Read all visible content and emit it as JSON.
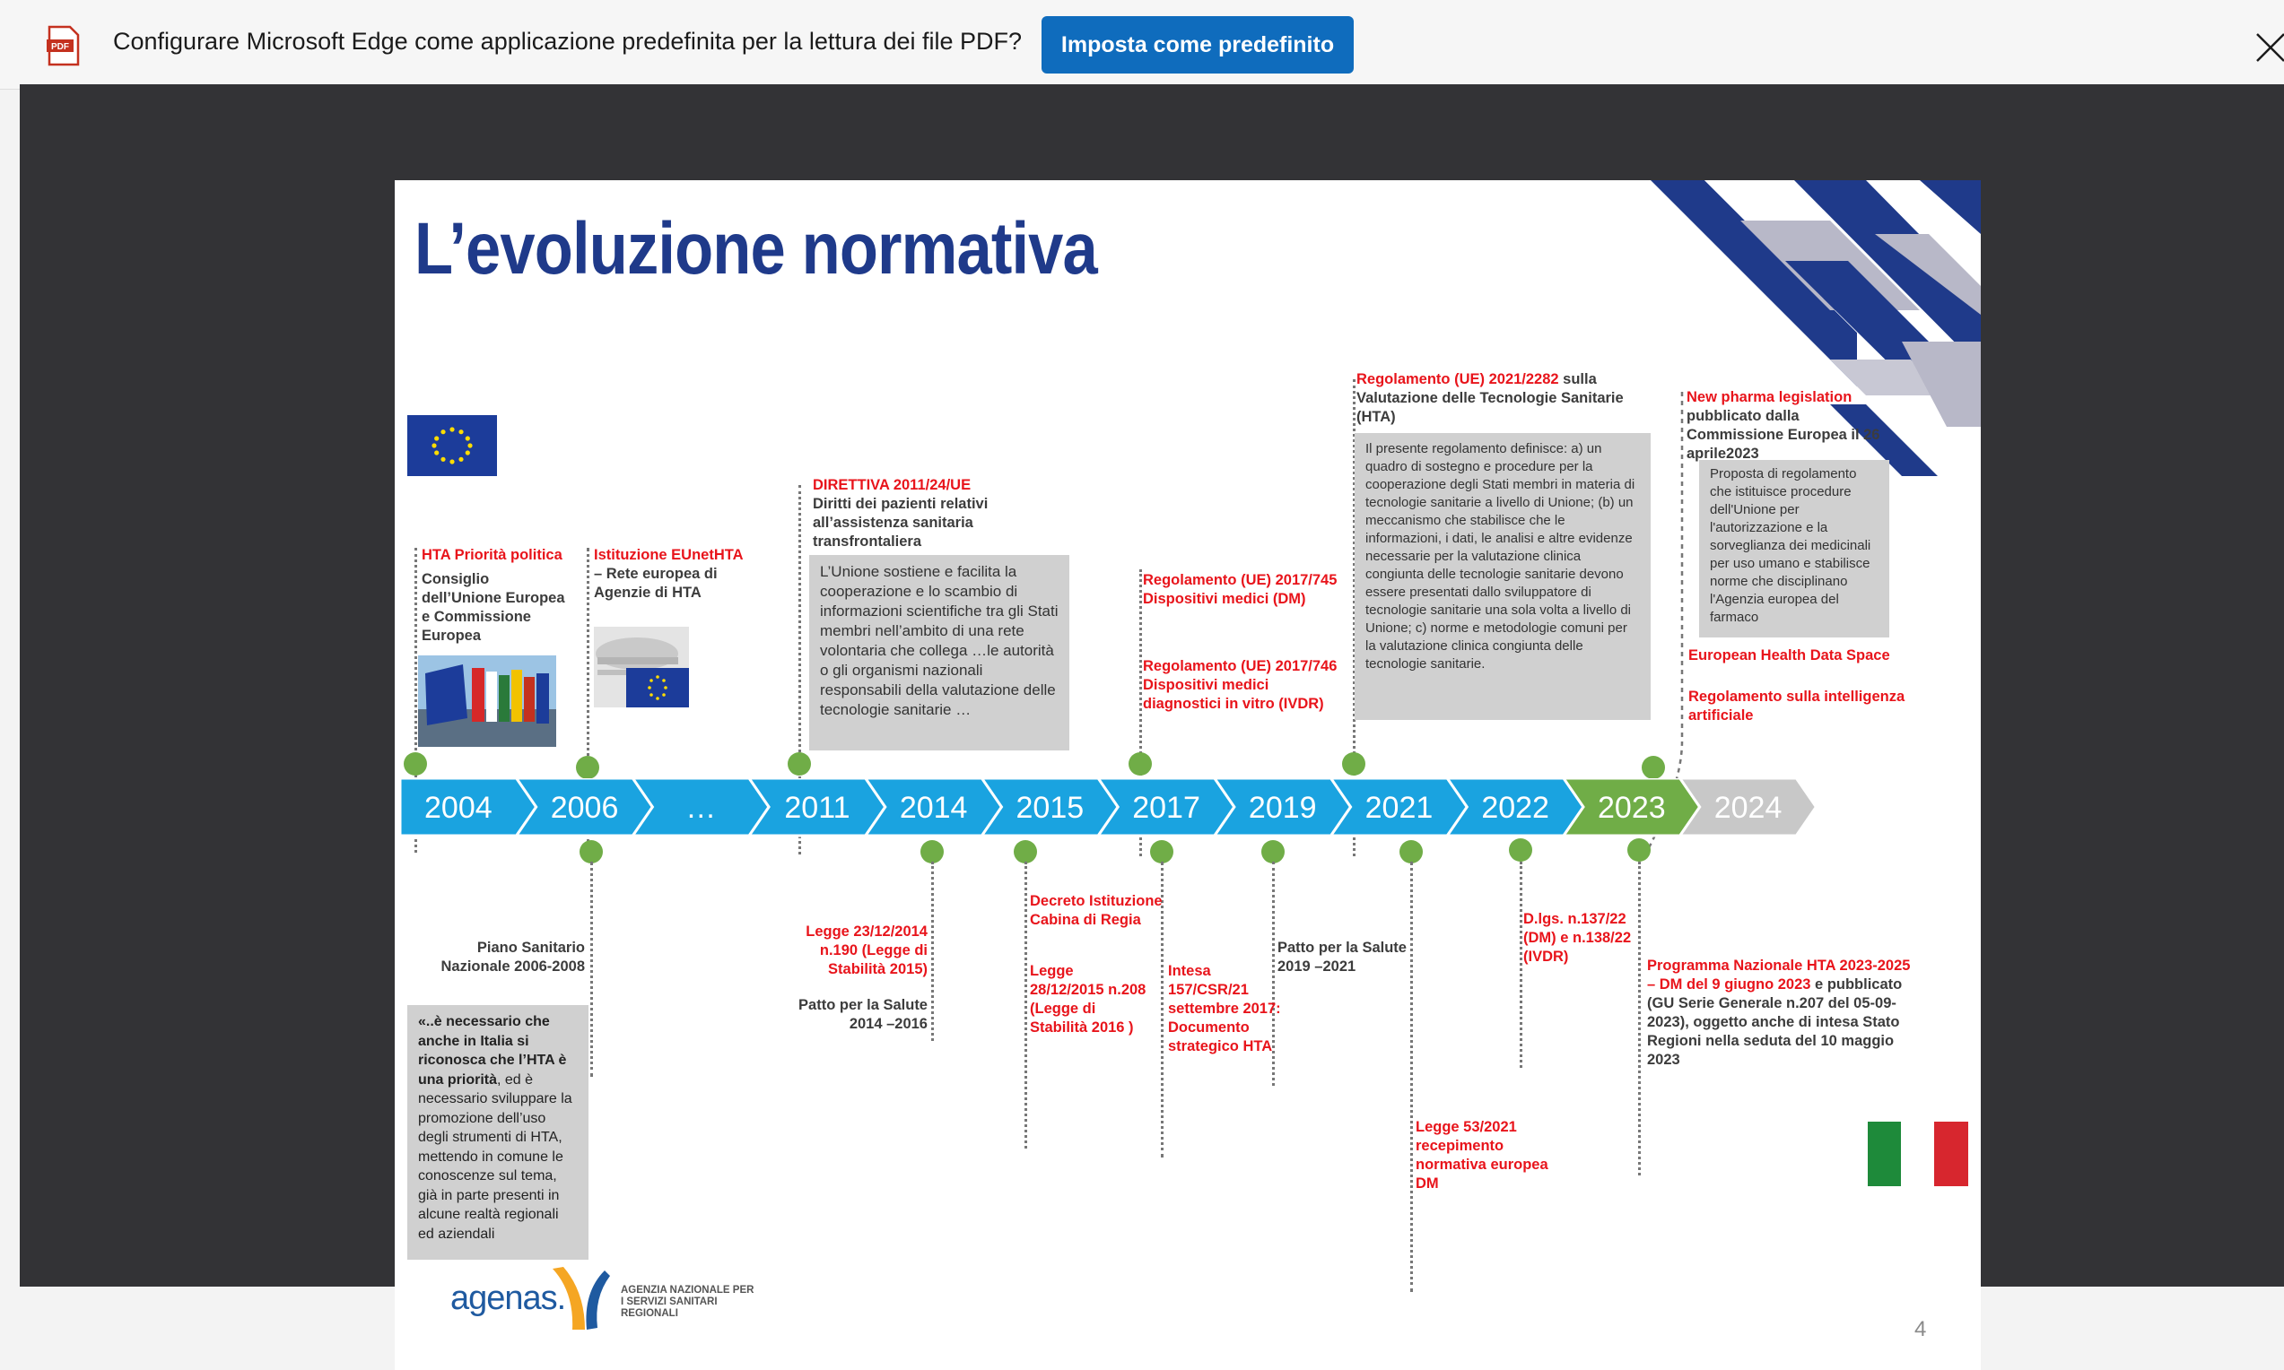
{
  "infobar": {
    "icon": "pdf-icon",
    "icon_text": "PDF",
    "message": "Configurare Microsoft Edge come applicazione predefinita per la lettura dei file PDF?",
    "button_label": "Imposta come predefinito",
    "close_icon": "close-icon",
    "accent": "#0f6cbd"
  },
  "slide": {
    "title": "L’evoluzione normativa",
    "page_number": "4",
    "title_color": "#1f3a8a",
    "highlight_color": "#e8141b",
    "timeline_colors": {
      "blue": "#1aa3e0",
      "green": "#70ad47",
      "grey": "#c8c8c8"
    }
  },
  "timeline": {
    "years": [
      "2004",
      "2006",
      "…",
      "2011",
      "2014",
      "2015",
      "2017",
      "2019",
      "2021",
      "2022",
      "2023",
      "2024"
    ],
    "current": "2023",
    "future": "2024"
  },
  "top": {
    "hta_politica": {
      "red": "HTA Priorità politica",
      "body": "Consiglio dell’Unione Europea e Commissione Europea"
    },
    "eunethta": {
      "red": "Istituzione EUnetHTA",
      "body": " – Rete europea di Agenzie di HTA"
    },
    "direttiva": {
      "red": "DIRETTIVA 2011/24/UE",
      "body": "Diritti dei pazienti relativi all’assistenza sanitaria transfrontaliera",
      "box": "L’Unione sostiene e facilita la cooperazione e lo scambio di informazioni scientifiche tra gli Stati membri nell’ambito di una rete volontaria che collega …le autorità o gli organismi nazionali responsabili della valutazione delle tecnologie sanitarie …"
    },
    "reg_745": "Regolamento (UE) 2017/745  Dispositivi medici (DM)",
    "reg_746": "Regolamento (UE) 2017/746  Dispositivi medici diagnostici in vitro (IVDR)",
    "reg_2282": {
      "red": "Regolamento (UE) 2021/2282",
      "body": " sulla Valutazione delle Tecnologie Sanitarie (HTA)",
      "box": "Il presente regolamento definisce: a) un quadro di sostegno e procedure per la cooperazione degli Stati membri in materia di tecnologie sanitarie a livello di Unione; (b) un meccanismo che stabilisce che le informazioni, i dati, le analisi e altre evidenze necessarie per la valutazione clinica congiunta delle tecnologie sanitarie devono essere presentati dallo sviluppatore di tecnologie sanitarie una sola volta a livello di Unione; c) norme e metodologie comuni per la valutazione clinica congiunta delle tecnologie sanitarie."
    },
    "pharma": {
      "red": "New pharma legislation",
      "body": "pubblicato dalla Commissione Europea il 26 aprile2023",
      "box": "Proposta di regolamento che istituisce procedure dell'Unione per l'autorizzazione e la sorveglianza dei medicinali per uso umano e stabilisce norme che disciplinano l'Agenzia europea del farmaco",
      "ehds": "European Health Data Space",
      "ai": "Regolamento sulla intelligenza artificiale"
    }
  },
  "bottom": {
    "psn": "Piano Sanitario Nazionale 2006-2008",
    "quote_bold": "«..è necessario che anche in Italia si riconosca che l’HTA è una priorità",
    "quote_rest": ", ed è necessario sviluppare la promozione dell’uso degli strumenti di HTA, mettendo in comune le conoscenze sul tema, già in parte presenti in alcune realtà regionali ed aziendali",
    "legge_2014": "Legge 23/12/2014 n.190 (Legge di Stabilità 2015)",
    "patto_2014": "Patto per la Salute 2014 –2016",
    "decreto_cabina": "Decreto Istituzione Cabina di Regia",
    "legge_2015": "Legge 28/12/2015 n.208 (Legge di Stabilità 2016 )",
    "intesa": "Intesa 157/CSR/21 settembre 2017: Documento strategico HTA",
    "patto_2019": "Patto per la Salute 2019 –2021",
    "legge_53": "Legge 53/2021 recepimento normativa europea DM",
    "dlgs": "D.lgs. n.137/22 (DM) e n.138/22 (IVDR)",
    "programma_red": "Programma Nazionale HTA 2023-2025 – DM del 9 giugno 2023",
    "programma_rest": " e pubblicato (GU Serie Generale n.207 del 05-09-2023), oggetto anche di intesa Stato Regioni nella seduta del 10 maggio 2023"
  },
  "logo": {
    "name": "agenas.",
    "tag_line1": "AGENZIA NAZIONALE PER",
    "tag_line2": "I SERVIZI SANITARI REGIONALI"
  }
}
